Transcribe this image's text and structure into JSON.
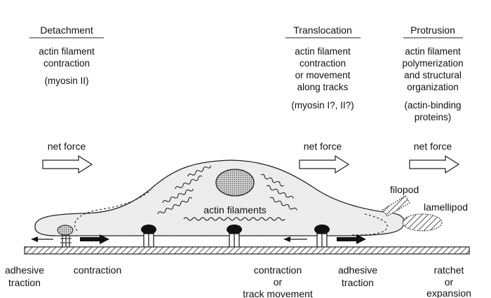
{
  "headings": {
    "detachment": "Detachment",
    "translocation": "Translocation",
    "protrusion": "Protrusion"
  },
  "detachment_desc": {
    "line1": "actin filament",
    "line2": "contraction",
    "line3": "(myosin II)"
  },
  "translocation_desc": {
    "line1": "actin filament",
    "line2": "contraction",
    "line3": "or movement",
    "line4": "along tracks",
    "line5": "(myosin I?, II?)"
  },
  "protrusion_desc": {
    "line1": "actin filament",
    "line2": "polymerization",
    "line3": "and structural",
    "line4": "organization",
    "line5": "(actin-binding",
    "line6": "proteins)"
  },
  "net_force": {
    "left": "net force",
    "middle": "net force",
    "right": "net force"
  },
  "cell_labels": {
    "actin_filaments": "actin filaments",
    "filopod": "filopod",
    "lamellipod": "lamellipod"
  },
  "bottom_labels": {
    "adhesive_traction_left_1": "adhesive",
    "adhesive_traction_left_2": "traction",
    "contraction_left": "contraction",
    "contraction_or_1": "contraction",
    "contraction_or_2": "or",
    "contraction_or_3": "track movement",
    "adhesive_traction_right_1": "adhesive",
    "adhesive_traction_right_2": "traction",
    "ratchet_1": "ratchet",
    "ratchet_2": "or",
    "ratchet_3": "expansion"
  }
}
